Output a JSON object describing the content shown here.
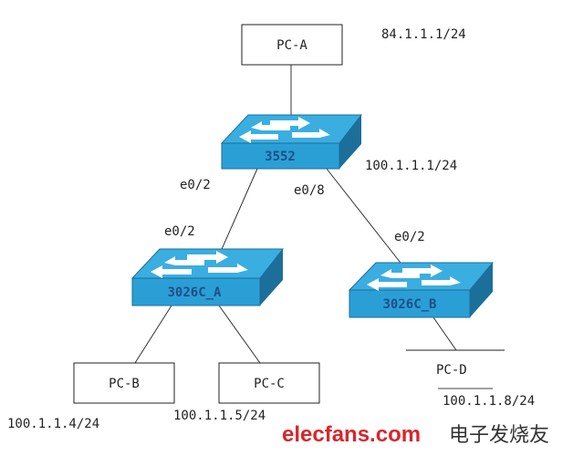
{
  "nodes": {
    "pc_a": {
      "label": "PC-A",
      "ip": "84.1.1.1/24"
    },
    "switch_core": {
      "label": "3552",
      "ip": "100.1.1.1/24",
      "port_left": "e0/2",
      "port_right": "e0/8"
    },
    "switch_a": {
      "label": "3026C_A",
      "port": "e0/2"
    },
    "switch_b": {
      "label": "3026C_B",
      "port": "e0/2"
    },
    "pc_b": {
      "label": "PC-B",
      "ip": "100.1.1.4/24"
    },
    "pc_c": {
      "label": "PC-C",
      "ip": "100.1.1.5/24"
    },
    "pc_d": {
      "label": "PC-D",
      "ip": "100.1.1.8/24"
    }
  },
  "watermark": {
    "text": "elecfans.com",
    "cn": "电子发烧友"
  },
  "colors": {
    "switch_front": "#2a9fd6",
    "switch_top": "#3aaee0",
    "switch_side": "#1c6f9a",
    "watermark": "#d8262b"
  }
}
